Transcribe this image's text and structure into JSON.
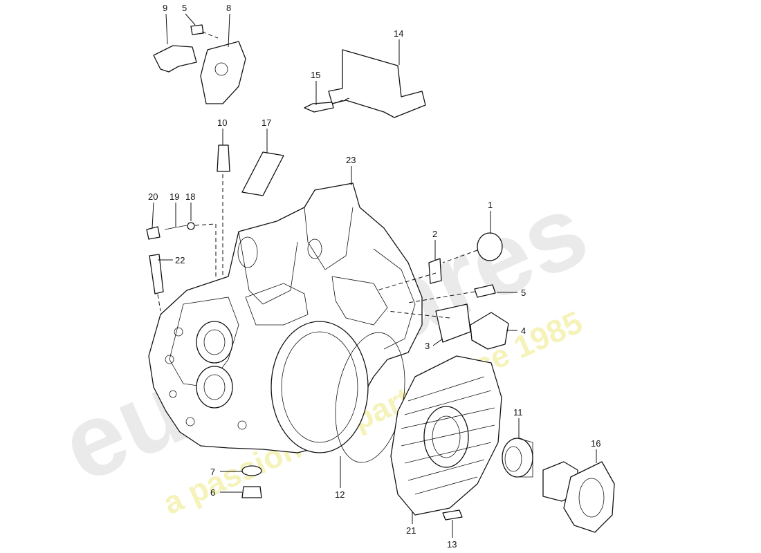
{
  "watermark": {
    "brand": "eurospares",
    "tagline": "a passion for parts since 1985",
    "brand_color": "#d8d8d8",
    "tagline_color": "#f2efa3"
  },
  "callouts": [
    {
      "id": "9",
      "label": "9"
    },
    {
      "id": "5a",
      "label": "5"
    },
    {
      "id": "8",
      "label": "8"
    },
    {
      "id": "14",
      "label": "14"
    },
    {
      "id": "15",
      "label": "15"
    },
    {
      "id": "10",
      "label": "10"
    },
    {
      "id": "17",
      "label": "17"
    },
    {
      "id": "23",
      "label": "23"
    },
    {
      "id": "20",
      "label": "20"
    },
    {
      "id": "19",
      "label": "19"
    },
    {
      "id": "18",
      "label": "18"
    },
    {
      "id": "22",
      "label": "22"
    },
    {
      "id": "1",
      "label": "1"
    },
    {
      "id": "2",
      "label": "2"
    },
    {
      "id": "5b",
      "label": "5"
    },
    {
      "id": "4",
      "label": "4"
    },
    {
      "id": "3",
      "label": "3"
    },
    {
      "id": "11",
      "label": "11"
    },
    {
      "id": "16",
      "label": "16"
    },
    {
      "id": "7",
      "label": "7"
    },
    {
      "id": "6",
      "label": "6"
    },
    {
      "id": "12",
      "label": "12"
    },
    {
      "id": "21",
      "label": "21"
    },
    {
      "id": "13",
      "label": "13"
    }
  ]
}
